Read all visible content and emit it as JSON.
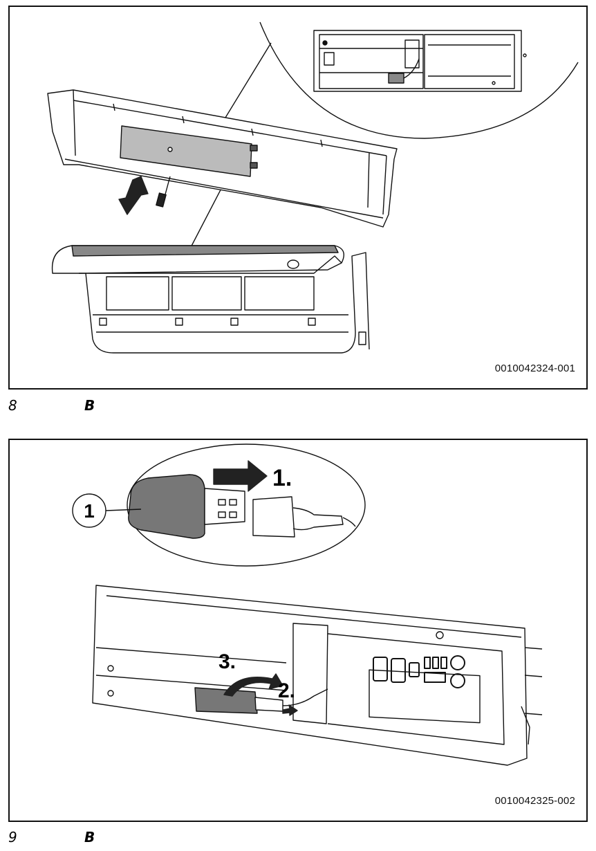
{
  "figure8": {
    "code": "0010042324-001",
    "caption_number": "8",
    "caption_brand": "B"
  },
  "figure9": {
    "code": "0010042325-002",
    "caption_number": "9",
    "caption_brand": "B",
    "callout_1": "1",
    "step_1": "1.",
    "step_2": "2.",
    "step_3": "3."
  }
}
